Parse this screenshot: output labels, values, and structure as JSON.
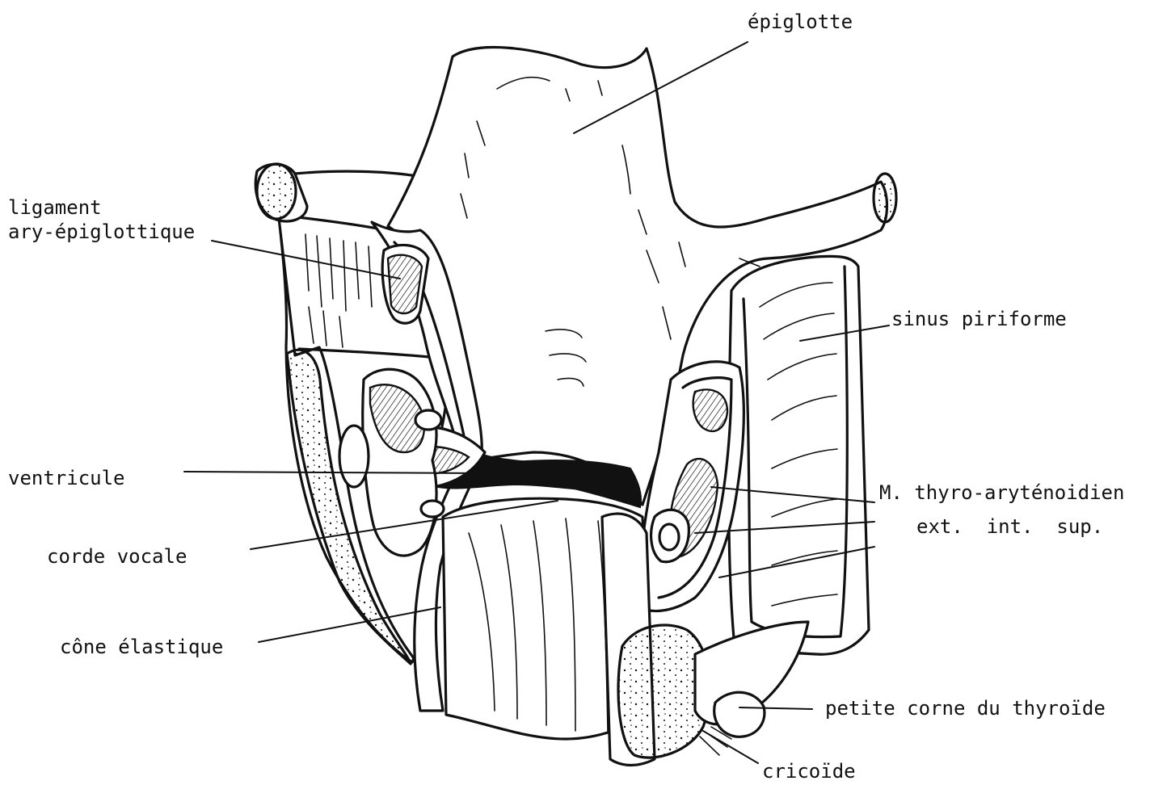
{
  "labels": {
    "epiglotte": "épiglotte",
    "ligament_line1": "ligament",
    "ligament_line2": "ary-épiglottique",
    "sinus": "sinus piriforme",
    "ventricule": "ventricule",
    "thyro_title": "M. thyro-aryténoidien",
    "thyro_parts": "ext.  int.  sup.",
    "corde": "corde vocale",
    "cone": "cône élastique",
    "petite_corne": "petite corne du thyroïde",
    "cricoide": "cricoïde"
  },
  "colors": {
    "ink": "#111111",
    "paper": "#ffffff"
  }
}
